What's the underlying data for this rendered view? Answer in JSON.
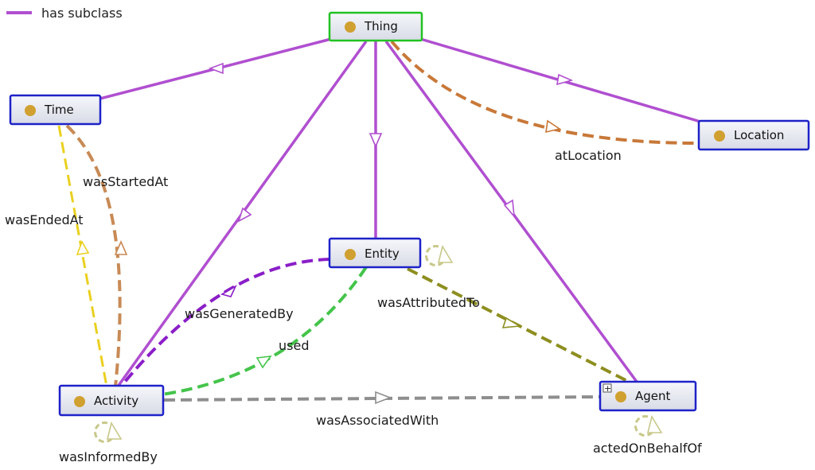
{
  "legend": {
    "label": "has subclass",
    "color": "#b04fd0"
  },
  "colors": {
    "subclass": "#b04fd0",
    "node_fill": "#e4e6ee",
    "node_border": "#1e22c8",
    "root_border": "#22c222",
    "dot": "#d0a030",
    "self_loop": "#c8c88a"
  },
  "nodes": {
    "thing": "Thing",
    "time": "Time",
    "location": "Location",
    "entity": "Entity",
    "activity": "Activity",
    "agent": "Agent"
  },
  "agent_expand": "+",
  "edges": {
    "atLocation": {
      "label": "atLocation",
      "color": "#c87838"
    },
    "wasStartedAt": {
      "label": "wasStartedAt",
      "color": "#c88a55"
    },
    "wasEndedAt": {
      "label": "wasEndedAt",
      "color": "#ead020"
    },
    "wasGeneratedBy": {
      "label": "wasGeneratedBy",
      "color": "#8a1ec8"
    },
    "used": {
      "label": "used",
      "color": "#44c44a"
    },
    "wasAttributedTo": {
      "label": "wasAttributedTo",
      "color": "#8e8e20"
    },
    "wasAssociatedWith": {
      "label": "wasAssociatedWith",
      "color": "#8e8e8e"
    },
    "wasInformedBy": {
      "label": "wasInformedBy"
    },
    "actedOnBehalfOf": {
      "label": "actedOnBehalfOf"
    }
  }
}
